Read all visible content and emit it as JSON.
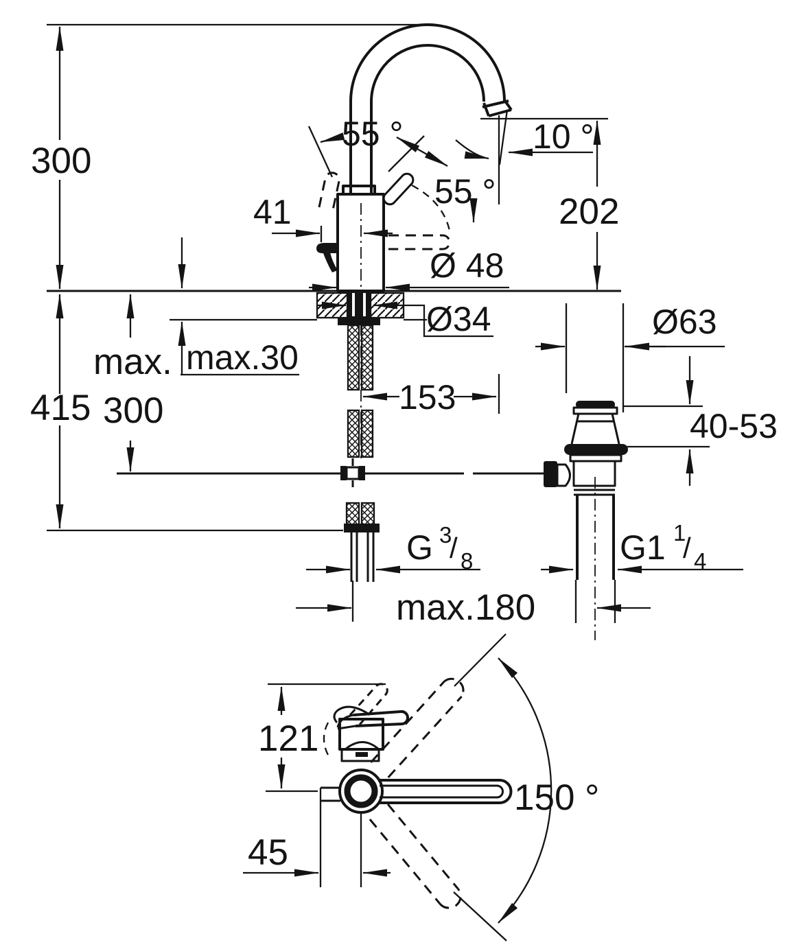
{
  "meta": {
    "description": "Technical dimension drawing of a single-lever basin mixer tap with high C-spout and pop-up waste, side view and top view",
    "background": "#ffffff",
    "ink": "#141414"
  },
  "dims": {
    "side": {
      "overall_height": "300",
      "below_height": "415",
      "max_below_line1": "max.",
      "max_below_line2": "300",
      "deck_thickness": "max.30",
      "handle_angle_left": "55 °",
      "handle_angle_right": "55 °",
      "outlet_angle": "10 °",
      "outlet_height": "202",
      "handle_offset": "41",
      "body_diameter": "Ø 48",
      "shank_diameter": "Ø34",
      "spout_reach": "153",
      "hose_span": "max.180",
      "supply_thread": {
        "base": "G",
        "sup": "3",
        "slash": "/",
        "sub": "8"
      }
    },
    "drain": {
      "flange_diameter": "Ø63",
      "deck_range": "40-53",
      "thread": {
        "base": "G1",
        "sup": "1",
        "slash": "/",
        "sub": "4"
      }
    },
    "top": {
      "body_height": "121",
      "front_offset": "45",
      "swivel_angle": "150 °"
    }
  }
}
